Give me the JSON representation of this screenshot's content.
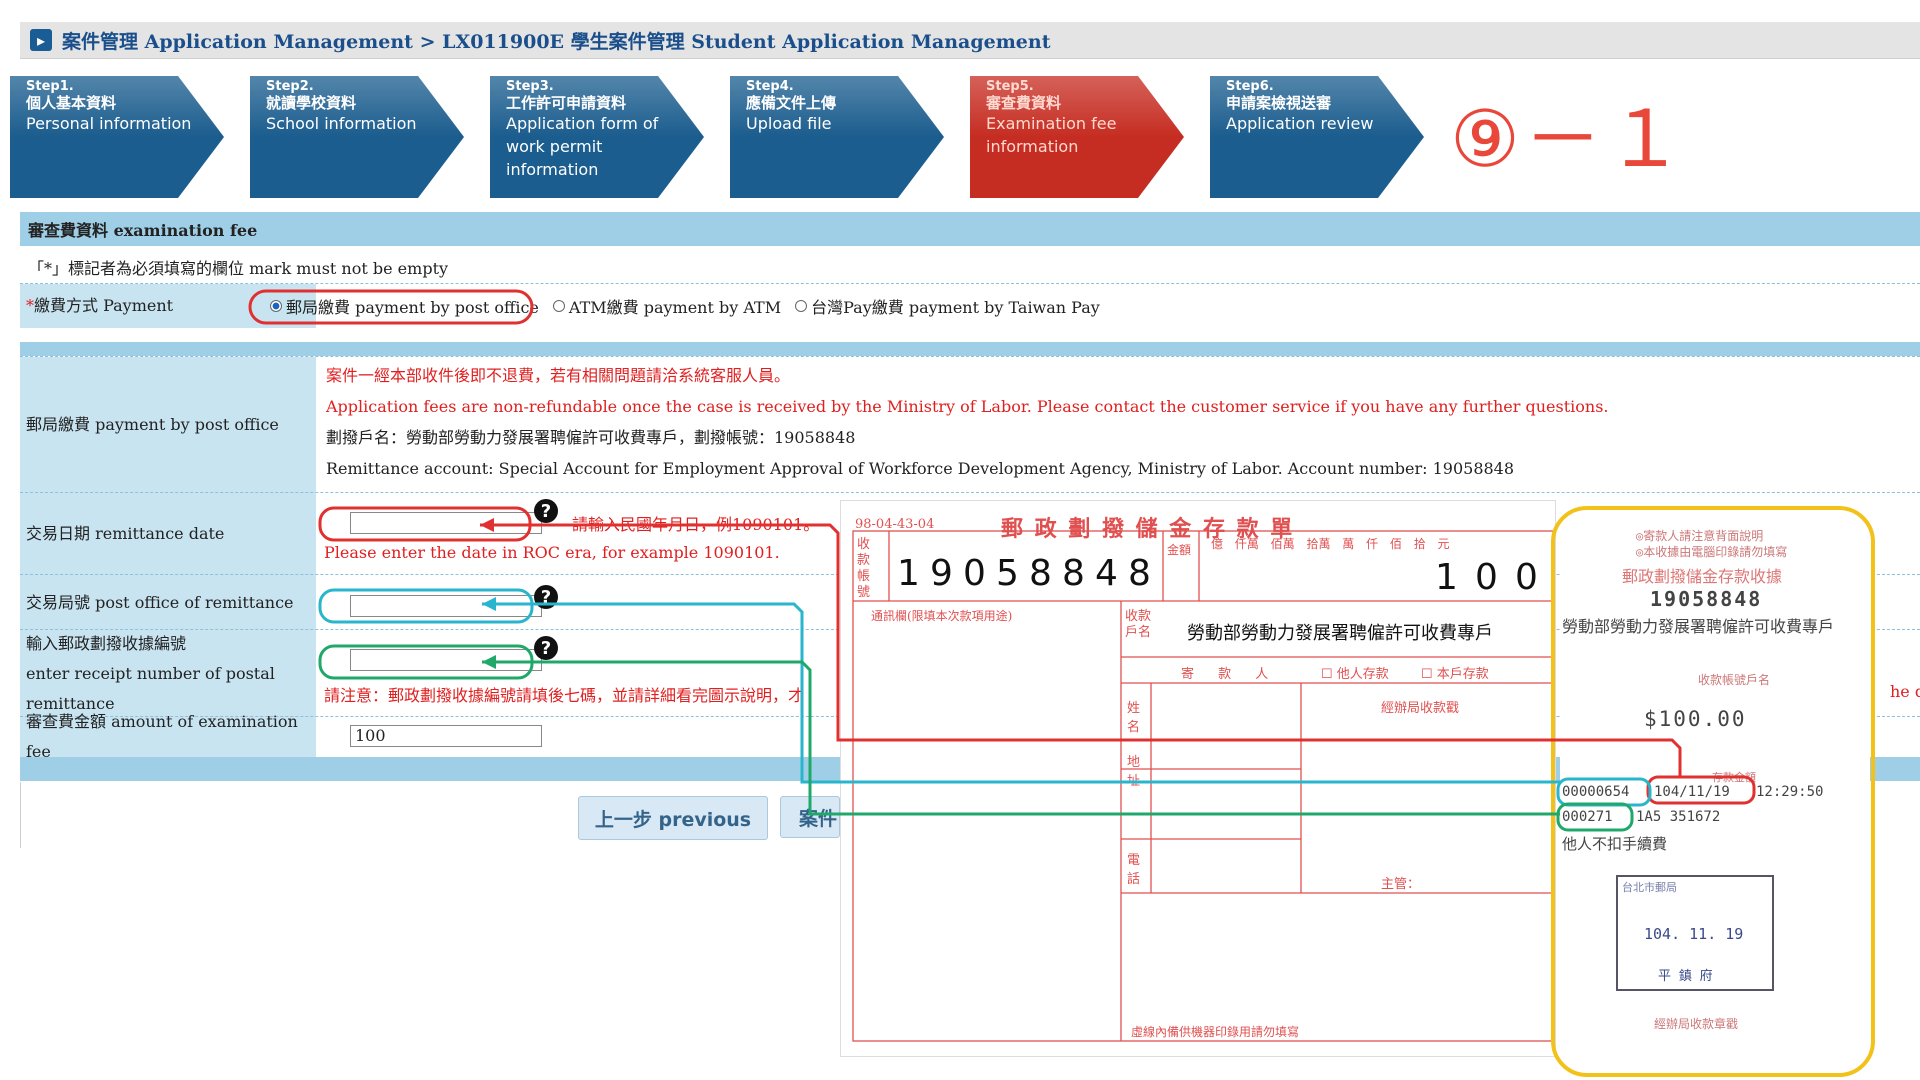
{
  "header": {
    "title": "案件管理 Application Management > LX011900E 學生案件管理 Student Application Management"
  },
  "steps": [
    {
      "num": "Step1.",
      "zh": "個人基本資料",
      "en": "Personal information",
      "active": false
    },
    {
      "num": "Step2.",
      "zh": "就讀學校資料",
      "en": "School information",
      "active": false
    },
    {
      "num": "Step3.",
      "zh": "工作許可申請資料",
      "en": "Application form of work permit information",
      "active": false
    },
    {
      "num": "Step4.",
      "zh": "應備文件上傳",
      "en": "Upload file",
      "active": false
    },
    {
      "num": "Step5.",
      "zh": "審查費資料",
      "en": "Examination fee information",
      "active": true
    },
    {
      "num": "Step6.",
      "zh": "申請案檢視送審",
      "en": "Application review",
      "active": false
    }
  ],
  "step_marker": "⑨－１",
  "colors": {
    "step_blue": "#1b5d8e",
    "step_red": "#c62d22",
    "label_bg": "#c8e4f1",
    "bar_bg": "#9fcfe6",
    "warning": "#e02020"
  },
  "section": {
    "title": "審查費資料 examination fee",
    "note": "「*」標記者為必須填寫的欄位 mark must not be empty"
  },
  "payment": {
    "label_star": "*",
    "label": "繳費方式 Payment",
    "options": [
      "郵局繳費 payment by post office",
      "ATM繳費 payment by ATM",
      "台灣Pay繳費 payment by Taiwan Pay"
    ],
    "selected_index": 0
  },
  "post_office": {
    "label": "郵局繳費 payment by post office",
    "warn_zh": "案件一經本部收件後即不退費，若有相關問題請洽系統客服人員。",
    "warn_en": "Application fees are non-refundable once the case is received by the Ministry of Labor. Please contact the customer service if you have any further questions.",
    "acct_zh": "劃撥戶名：勞動部勞動力發展署聘僱許可收費專戶，劃撥帳號：19058848",
    "acct_en": "Remittance account: Special Account for Employment Approval of Workforce Development Agency, Ministry of Labor. Account number: 19058848"
  },
  "remit_date": {
    "label": "交易日期 remittance date",
    "hint_zh": "請輸入民國年月日，例1090101。",
    "hint_en": "Please enter the date in ROC era, for example 1090101.",
    "value": ""
  },
  "remit_office": {
    "label": "交易局號 post office of remittance",
    "value": ""
  },
  "receipt_no": {
    "label1": "輸入郵政劃撥收據編號",
    "label2": "enter receipt number of postal remittance",
    "hint": "請注意：郵政劃撥收據編號請填後七碼，並請詳細看完圖示說明，才",
    "hint_tail": "he diag",
    "value": ""
  },
  "fee": {
    "label": "審查費金額 amount of examination fee",
    "value": "100"
  },
  "buttons": {
    "previous": "上一步 previous",
    "next_partial": "案件"
  },
  "receipt": {
    "form_code": "98-04-43-04",
    "title": "郵 政 劃 撥 儲 金 存 款 單",
    "account_digits": [
      "1",
      "9",
      "0",
      "5",
      "8",
      "8",
      "4",
      "8"
    ],
    "amount_digits": [
      "1",
      "0",
      "0"
    ],
    "payee": "勞動部勞動力發展署聘僱許可收費專戶",
    "payee_label": "收款戶名",
    "amount_label": "金額",
    "amount_units": "億 仟萬 佰萬 拾萬 萬 仟 佰 拾 元",
    "memo": "通訊欄(限填本次款項用途)",
    "remitter": "寄 款 人",
    "other_deposit": "他人存款",
    "own_deposit": "本戶存款",
    "side_label": "收款帳號",
    "name_label": "姓名",
    "address_label": "地址",
    "phone_label": "電話",
    "office_stamp": "經辦局收款戳",
    "supervisor": "主管：",
    "footer": "虛線內備供機器印錄用請勿填寫"
  },
  "stub": {
    "note1": "◎寄款人請注意背面說明",
    "note2": "◎本收據由電腦印錄請勿填寫",
    "title": "郵政劃撥儲金存款收據",
    "account": "19058848",
    "payee": "勞動部勞動力發展署聘僱許可收費專戶",
    "payee_label": "收款帳號戶名",
    "amount": "$100.00",
    "amount_label": "存款金額",
    "office_no": "00000654",
    "date": "104/11/19",
    "time": "12:29:50",
    "receipt_no": "000271",
    "code": "1A5 351672",
    "fee_note": "他人不扣手續費",
    "stamp_date": "104. 11. 19",
    "stamp_top": "台北市郵局",
    "stamp_bottom": "平 鎮 府",
    "office_stamp": "經辦局收款章戳"
  }
}
